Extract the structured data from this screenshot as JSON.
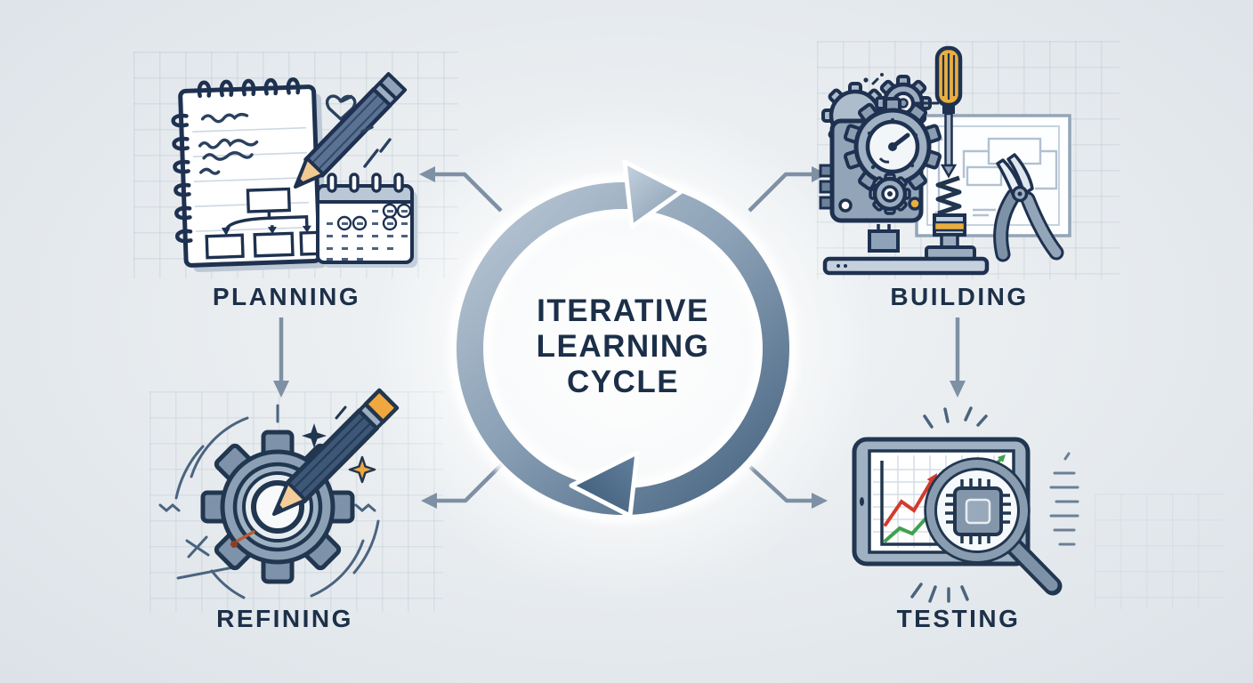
{
  "diagram": {
    "center": {
      "title_line1": "ITERATIVE",
      "title_line2": "LEARNING",
      "title_line3": "CYCLE",
      "cycle_direction": "clockwise"
    },
    "nodes": [
      {
        "id": "planning",
        "label": "PLANNING",
        "icon": "notebook-pencil-calendar-icon",
        "position": "top-left"
      },
      {
        "id": "building",
        "label": "BUILDING",
        "icon": "machine-gears-screwdriver-pliers-icon",
        "position": "top-right"
      },
      {
        "id": "refining",
        "label": "REFINING",
        "icon": "gear-pencil-icon",
        "position": "bottom-left"
      },
      {
        "id": "testing",
        "label": "TESTING",
        "icon": "tablet-chart-magnifier-chip-icon",
        "position": "bottom-right"
      }
    ],
    "connectors": [
      {
        "from": "cycle",
        "to": "planning",
        "shape": "elbow",
        "pointing": "left"
      },
      {
        "from": "cycle",
        "to": "building",
        "shape": "elbow",
        "pointing": "right"
      },
      {
        "from": "planning",
        "to": "refining",
        "shape": "straight",
        "pointing": "down"
      },
      {
        "from": "building",
        "to": "testing",
        "shape": "straight",
        "pointing": "down"
      },
      {
        "from": "cycle",
        "to": "refining",
        "shape": "elbow",
        "pointing": "left"
      },
      {
        "from": "cycle",
        "to": "testing",
        "shape": "elbow",
        "pointing": "right"
      }
    ],
    "colors": {
      "background": "#e8edf0",
      "ring_light": "#bcc9d6",
      "ring_dark": "#3f5d7b",
      "text": "#1d3049",
      "connector": "#7e90a3",
      "accent_yellow": "#e9ae3f",
      "chart_red": "#d23b2f",
      "chart_green": "#3fa14e"
    }
  }
}
